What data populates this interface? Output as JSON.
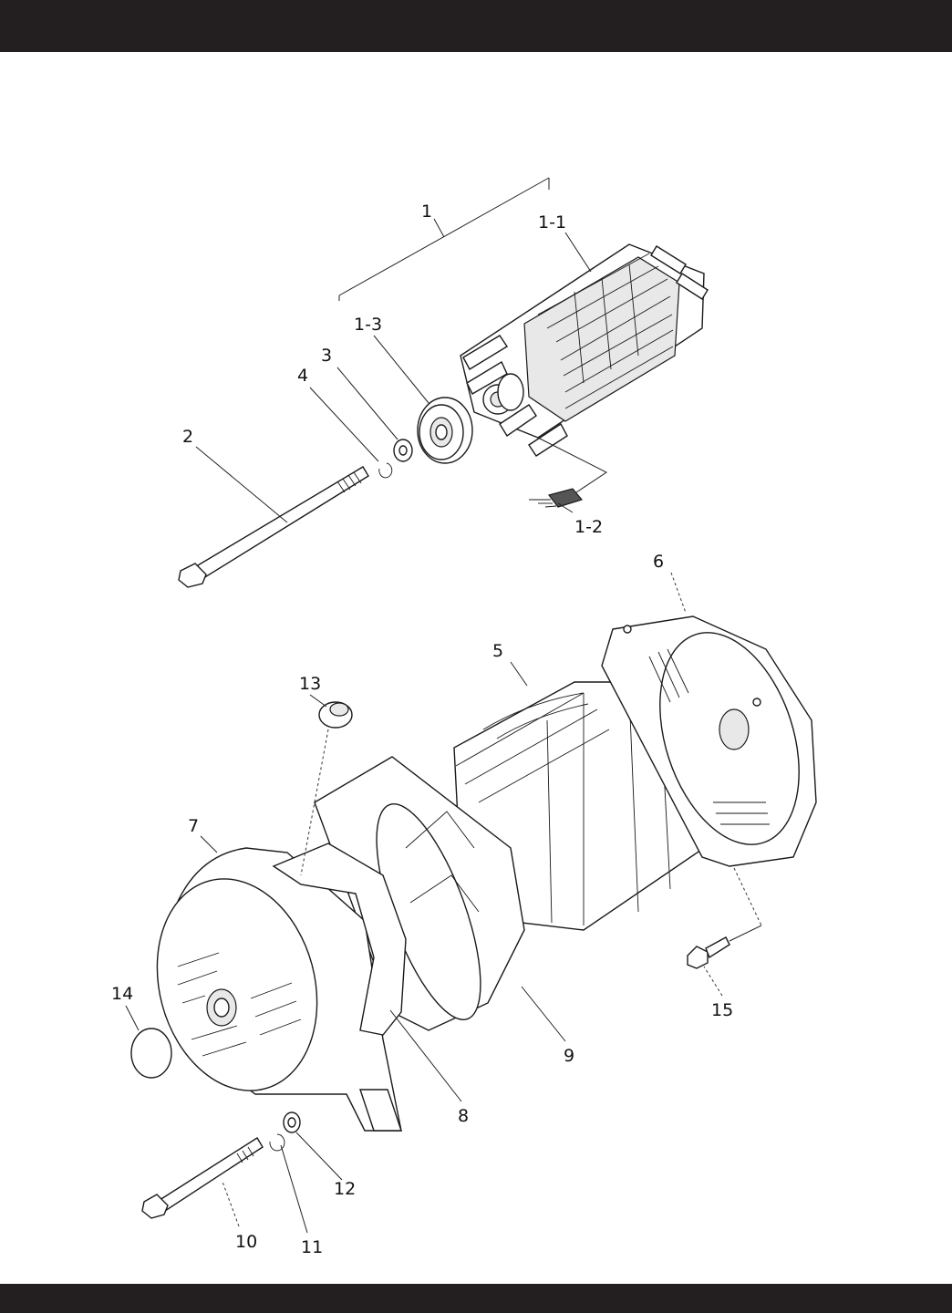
{
  "header": {
    "color": "#231f20"
  },
  "footer": {
    "color": "#231f20"
  },
  "callouts": [
    {
      "id": "c1",
      "label": "1"
    },
    {
      "id": "c1-1",
      "label": "1-1"
    },
    {
      "id": "c1-2",
      "label": "1-2"
    },
    {
      "id": "c1-3",
      "label": "1-3"
    },
    {
      "id": "c2",
      "label": "2"
    },
    {
      "id": "c3",
      "label": "3"
    },
    {
      "id": "c4",
      "label": "4"
    },
    {
      "id": "c5",
      "label": "5"
    },
    {
      "id": "c6",
      "label": "6"
    },
    {
      "id": "c7",
      "label": "7"
    },
    {
      "id": "c8",
      "label": "8"
    },
    {
      "id": "c9",
      "label": "9"
    },
    {
      "id": "c10",
      "label": "10"
    },
    {
      "id": "c11",
      "label": "11"
    },
    {
      "id": "c12",
      "label": "12"
    },
    {
      "id": "c13",
      "label": "13"
    },
    {
      "id": "c14",
      "label": "14"
    },
    {
      "id": "c15",
      "label": "15"
    }
  ]
}
